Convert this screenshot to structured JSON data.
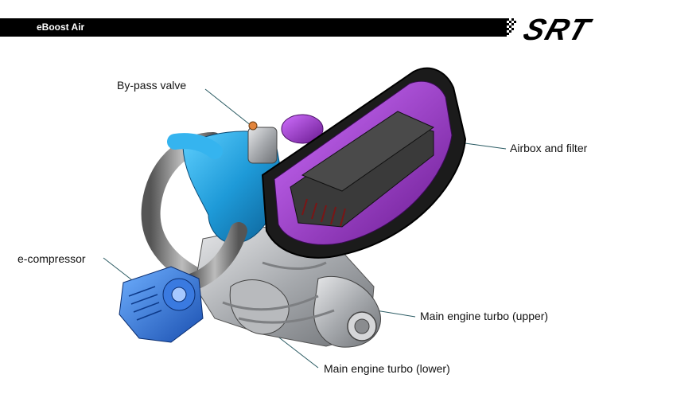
{
  "header": {
    "title": "eBoost Air",
    "logo_text": "SRT"
  },
  "labels": {
    "bypass_valve": "By-pass valve",
    "airbox_filter": "Airbox and filter",
    "e_compressor": "e-compressor",
    "turbo_upper": "Main engine turbo (upper)",
    "turbo_lower": "Main engine turbo (lower)"
  },
  "colors": {
    "header_bg": "#000000",
    "airbox_purple": "#9b30c8",
    "intake_blue": "#2aa0e0",
    "ecompressor_blue": "#2a6fd6",
    "metal_grey": "#a9acb0",
    "filter_dark": "#3a3a3a",
    "filter_red": "#8a1a1a"
  }
}
